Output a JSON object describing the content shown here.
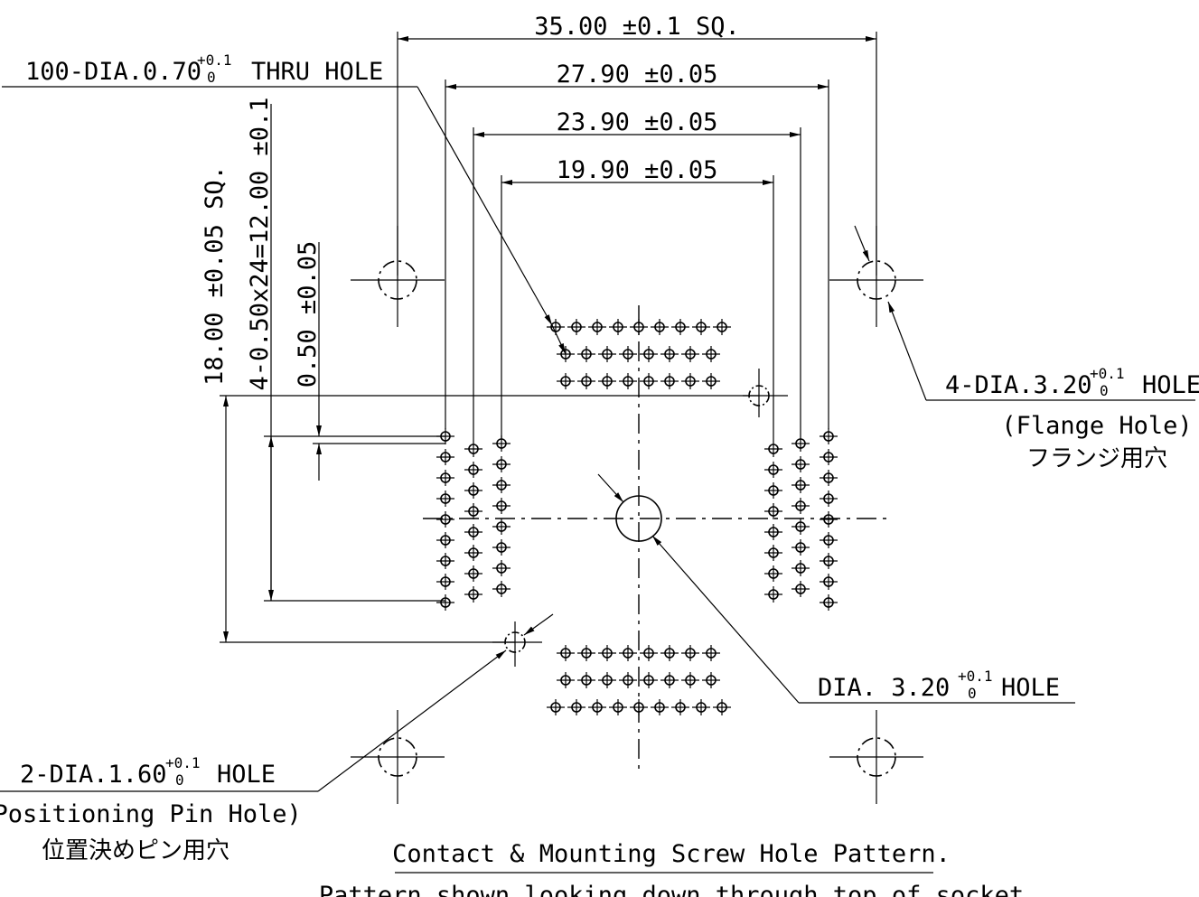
{
  "dimensions": {
    "dim_35": "35.00 ±0.1 SQ.",
    "dim_27_9": "27.90 ±0.05",
    "dim_23_9": "23.90 ±0.05",
    "dim_19_9": "19.90 ±0.05",
    "dim_18": "18.00 ±0.05 SQ.",
    "dim_pitch": "4-0.50x24=12.00 ±0.1",
    "dim_0_5": "0.50 ±0.05"
  },
  "callouts": {
    "thru_hole": {
      "main": "100-DIA.0.70",
      "tol_top": "+0.1",
      "tol_bot": "0",
      "suffix": "THRU HOLE"
    },
    "flange_hole": {
      "main": "4-DIA.3.20",
      "tol_top": "+0.1",
      "tol_bot": "0",
      "suffix": "HOLE",
      "line2": "(Flange Hole)",
      "line3": "フランジ用穴"
    },
    "center_hole": {
      "main": "DIA. 3.20",
      "tol_top": "+0.1",
      "tol_bot": "0",
      "suffix": "HOLE"
    },
    "pin_hole": {
      "main": "2-DIA.1.60",
      "tol_top": "+0.1",
      "tol_bot": "0",
      "suffix": "HOLE",
      "line2": "(Positioning Pin Hole)",
      "line3": "位置決めピン用穴"
    }
  },
  "captions": {
    "title": "Contact & Mounting Screw Hole Pattern.",
    "subtitle": "Pattern shown looking down through top of socket"
  }
}
